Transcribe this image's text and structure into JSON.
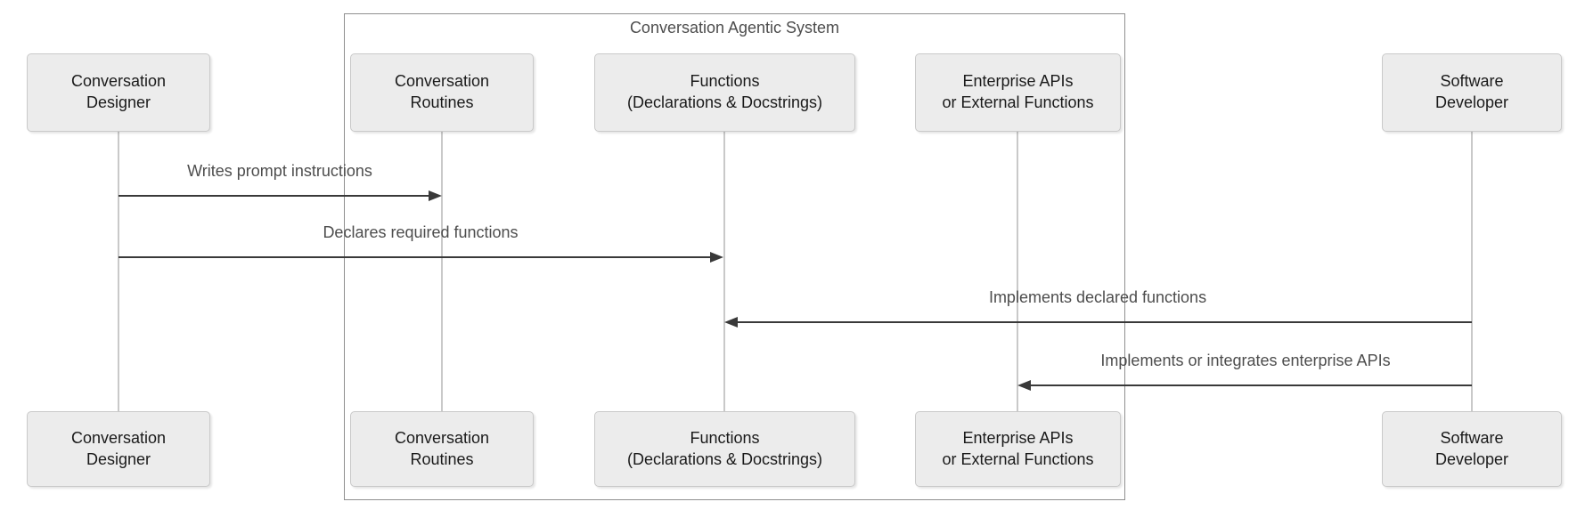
{
  "diagram": {
    "type": "sequence-diagram",
    "system_box": {
      "title": "Conversation Agentic System"
    },
    "participants": [
      {
        "id": "conversation-designer",
        "line1": "Conversation",
        "line2": "Designer"
      },
      {
        "id": "conversation-routines",
        "line1": "Conversation",
        "line2": "Routines"
      },
      {
        "id": "functions-declarations-docstrings",
        "line1": "Functions",
        "line2": "(Declarations & Docstrings)"
      },
      {
        "id": "enterprise-apis-external-functions",
        "line1": "Enterprise APIs",
        "line2": "or External Functions"
      },
      {
        "id": "software-developer",
        "line1": "Software",
        "line2": "Developer"
      }
    ],
    "messages": [
      {
        "text": "Writes prompt instructions",
        "from": "Conversation Designer",
        "to": "Conversation Routines",
        "direction": "right"
      },
      {
        "text": "Declares required functions",
        "from": "Conversation Designer",
        "to": "Functions (Declarations & Docstrings)",
        "direction": "right"
      },
      {
        "text": "Implements declared functions",
        "from": "Software Developer",
        "to": "Functions (Declarations & Docstrings)",
        "direction": "left"
      },
      {
        "text": "Implements or integrates enterprise APIs",
        "from": "Software Developer",
        "to": "Enterprise APIs or External Functions",
        "direction": "left"
      }
    ],
    "colors": {
      "background": "#ffffff",
      "actor_fill": "#ececec",
      "actor_border": "#c9c9c9",
      "actor_text": "#1a1a1a",
      "lifeline": "#c9c9c9",
      "boundary_border": "#8f8f8f",
      "message_text": "#4d4d4d",
      "arrow": "#393939"
    }
  }
}
